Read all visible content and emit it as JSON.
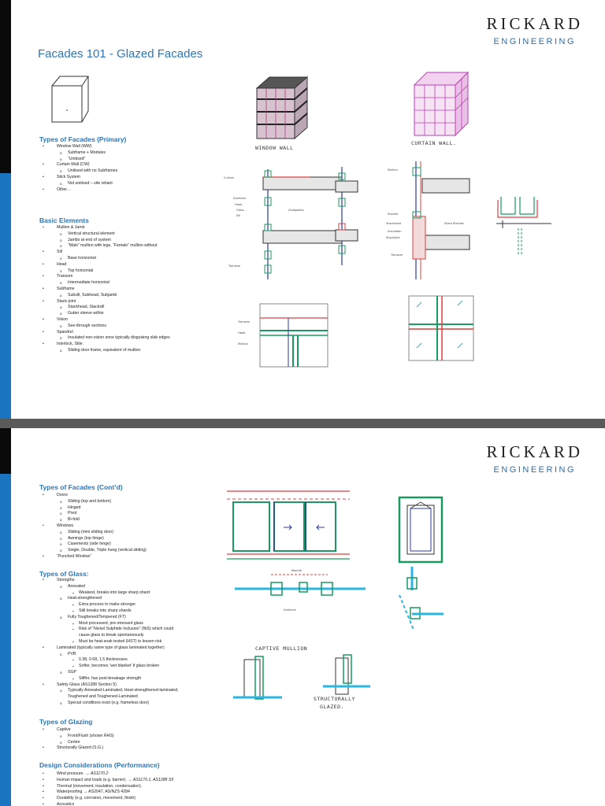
{
  "brand": {
    "name": "RICKARD",
    "sub": "ENGINEERING"
  },
  "page1": {
    "title": "Facades 101 - Glazed Facades",
    "types_heading": "Types of Facades (Primary)",
    "types": [
      {
        "t": "Window Wall (WW)",
        "c": [
          "Subframe + Modules",
          "“Unitised”"
        ]
      },
      {
        "t": "Curtain Wall (CW)",
        "c": [
          "Unitised with no Subframes"
        ]
      },
      {
        "t": "Stick System",
        "c": [
          "Not unitised – site reliant"
        ]
      },
      {
        "t": "Other…",
        "c": []
      }
    ],
    "basic_heading": "Basic Elements",
    "basic": [
      {
        "t": "Mullion & Jamb",
        "c": [
          "Vertical structural element",
          "Jambs at end of system",
          "“Male” mullion with legs, “Female” mullion without"
        ]
      },
      {
        "t": "Sill",
        "c": [
          "Base horizontal"
        ]
      },
      {
        "t": "Head",
        "c": [
          "Top horizontal"
        ]
      },
      {
        "t": "Transom",
        "c": [
          "Intermediate horizontal"
        ]
      },
      {
        "t": "Subframe",
        "c": [
          "Subsill, Subhead, Subjamb"
        ]
      },
      {
        "t": "Stack-joint",
        "c": [
          "Stackhead, Stacksill",
          "Gutter sleeve within"
        ]
      },
      {
        "t": "Vision",
        "c": [
          "See-through sections"
        ]
      },
      {
        "t": "Spandrel",
        "c": [
          "Insulated non-vision zone typically disguising slab edges"
        ]
      },
      {
        "t": "Interlock, Stile",
        "c": [
          "Sliding door frame, equivalent of mullion"
        ]
      }
    ],
    "sketch_captions": {
      "window_wall": "WINDOW WALL",
      "curtain_wall": "CURTAIN WALL."
    },
    "ww_labels": [
      "Curtain",
      "Subhead",
      "Head",
      "Glass",
      "Sill",
      "(Subgasks)",
      "Transom"
    ],
    "cw_labels": [
      "Mullion",
      "Stacker",
      "Stackhead",
      "Insulation",
      "Stackjoint",
      "Transom",
      "Stack Bracket"
    ],
    "elev_labels": [
      "Transom",
      "Head",
      "Mullion"
    ]
  },
  "page2": {
    "heading1": "Types of Facades (Cont’d)",
    "facades": [
      {
        "t": "Doors",
        "c": [
          "Sliding (top and bottom)",
          "Hinged",
          "Pivot",
          "Bi-fold"
        ]
      },
      {
        "t": "Windows",
        "c": [
          "Sliding (mini sliding door)",
          "Awnings (top hinge)",
          "Casements (side hinge)",
          "Single, Double, Triple hung (vertical sliding)"
        ]
      },
      {
        "t": "“Punched Window”",
        "c": []
      }
    ],
    "glass_heading": "Types of Glass:",
    "glass": [
      {
        "lvl": 1,
        "t": "Strengths:"
      },
      {
        "lvl": 2,
        "t": "Annealed"
      },
      {
        "lvl": 3,
        "t": "Weakest, breaks into large sharp shard"
      },
      {
        "lvl": 2,
        "t": "Heat-strengthened"
      },
      {
        "lvl": 3,
        "t": "Extra process to make stronger"
      },
      {
        "lvl": 3,
        "t": "Still breaks into sharp shards"
      },
      {
        "lvl": 2,
        "t": "Fully Toughened/Tempered (FT)"
      },
      {
        "lvl": 3,
        "t": "Most processed, pre-stressed glass"
      },
      {
        "lvl": 3,
        "t": "Risk of “Nickel Sulphide Inclusion” (NiS) which could"
      },
      {
        "lvl": 0,
        "t": "cause glass to break spontaneously"
      },
      {
        "lvl": 3,
        "t": "Must be heat-soak tested (HST) to lessen risk"
      },
      {
        "lvl": 1,
        "t": "Laminated (typically same type of glass laminated together)"
      },
      {
        "lvl": 2,
        "t": "PVB"
      },
      {
        "lvl": 3,
        "t": "0.38, 0.68, 1.5 thicknesses"
      },
      {
        "lvl": 3,
        "t": "Softer, becomes ‘wet blanket’ if glass broken"
      },
      {
        "lvl": 2,
        "t": "SGP"
      },
      {
        "lvl": 3,
        "t": "Stiffer, has post-breakage strength"
      },
      {
        "lvl": 1,
        "t": "Safety Glass (AS1288 Section 5)"
      },
      {
        "lvl": 2,
        "t": "Typically Annealed-Laminated, Heat-strengthened-laminated,"
      },
      {
        "lvl": 4,
        "t": "Toughened and Toughened-Laminated"
      },
      {
        "lvl": 2,
        "t": "Special conditions exist (e.g. frameless door)"
      }
    ],
    "glazing_heading": "Types of Glazing",
    "glazing": [
      {
        "lvl": 1,
        "t": "Captive"
      },
      {
        "lvl": 2,
        "t": "Front/Flush (shown RHS)"
      },
      {
        "lvl": 2,
        "t": "Centre"
      },
      {
        "lvl": 1,
        "t": "Structurally Glazed (S.G.)"
      }
    ],
    "design_heading": "Design Considerations (Performance)",
    "design": [
      {
        "a": "Wind pressure. → ",
        "b": "AS1170.2"
      },
      {
        "a": "Human impact and loads (e.g. barrier). → ",
        "b": "AS1170.1, AS1288 S5"
      },
      {
        "a": "Thermal (movement, insulation, condensation).",
        "b": ""
      },
      {
        "a": "Waterproofing → AS2047, AS/NZS 4284",
        "b": ""
      },
      {
        "a": "Durability (e.g. corrosion, movement, finish)",
        "b": ""
      },
      {
        "a": "Acoustics",
        "b": ""
      }
    ],
    "sketch_labels": {
      "module": "Module",
      "interlock": "Interlock",
      "captive_mullion": "CAPTIVE MULLION",
      "structural_1": "STRUCTURALLY",
      "structural_2": "GLAZED."
    }
  }
}
